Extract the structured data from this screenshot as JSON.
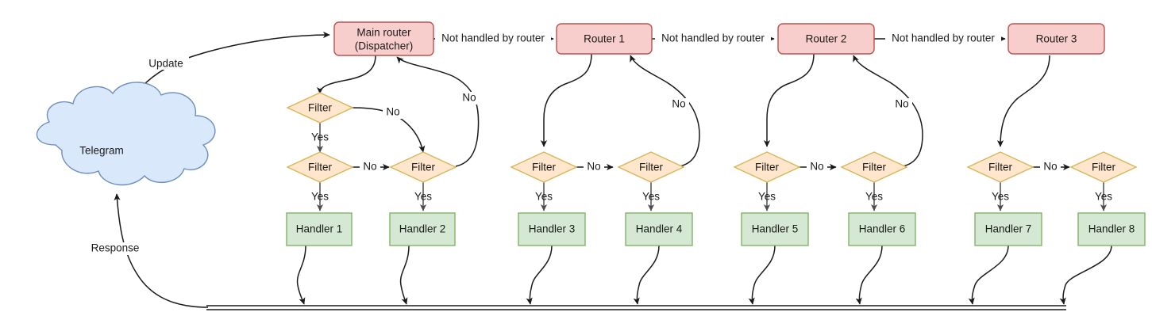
{
  "diagram": {
    "title": "Telegram bot update routing flow",
    "colors": {
      "router_fill": "#f8cecc",
      "router_stroke": "#b85450",
      "filter_fill": "#ffe6cc",
      "filter_stroke": "#d6b656",
      "handler_fill": "#d5e8d4",
      "handler_stroke": "#82b366",
      "cloud_fill": "#dae8fc",
      "cloud_stroke": "#6c8ebf",
      "edge_stroke": "#1a1a1a",
      "background": "#ffffff"
    },
    "cloud": {
      "label": "Telegram"
    },
    "routers": [
      {
        "line1": "Main router",
        "line2": "(Dispatcher)"
      },
      {
        "line1": "Router 1",
        "line2": ""
      },
      {
        "line1": "Router 2",
        "line2": ""
      },
      {
        "line1": "Router 3",
        "line2": ""
      }
    ],
    "filters": [
      {
        "label": "Filter"
      },
      {
        "label": "Filter"
      },
      {
        "label": "Filter"
      },
      {
        "label": "Filter"
      },
      {
        "label": "Filter"
      },
      {
        "label": "Filter"
      },
      {
        "label": "Filter"
      },
      {
        "label": "Filter"
      },
      {
        "label": "Filter"
      }
    ],
    "handlers": [
      {
        "label": "Handler 1"
      },
      {
        "label": "Handler 2"
      },
      {
        "label": "Handler 3"
      },
      {
        "label": "Handler 4"
      },
      {
        "label": "Handler 5"
      },
      {
        "label": "Handler 6"
      },
      {
        "label": "Handler 7"
      },
      {
        "label": "Handler 8"
      }
    ],
    "edge_labels": {
      "update": "Update",
      "response": "Response",
      "not_handled_1": "Not handled by router",
      "not_handled_2": "Not handled by router",
      "not_handled_3": "Not handled by router",
      "yes_1": "Yes",
      "yes_2": "Yes",
      "yes_3": "Yes",
      "yes_4": "Yes",
      "yes_5": "Yes",
      "yes_6": "Yes",
      "yes_7": "Yes",
      "yes_8": "Yes",
      "yes_9": "Yes",
      "no_top_1": "No",
      "no_back_1": "No",
      "no_mid_1": "No",
      "no_back_2": "No",
      "no_mid_2": "No",
      "no_back_3": "No",
      "no_mid_3": "No",
      "no_mid_4": "No"
    }
  }
}
